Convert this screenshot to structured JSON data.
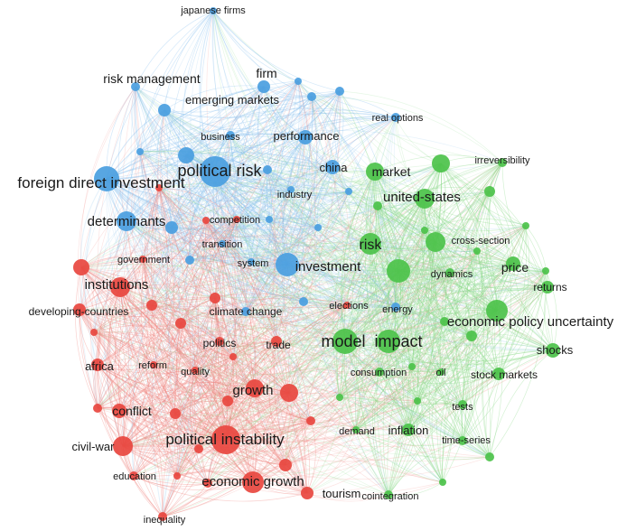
{
  "clusters": {
    "red": {
      "color": "#e8473f",
      "edge_color": "#f08a84"
    },
    "blue": {
      "color": "#4a9ee0",
      "edge_color": "#8dc2ee"
    },
    "green": {
      "color": "#4cc24a",
      "edge_color": "#8fd98c"
    }
  },
  "nodes": [
    {
      "id": "japanese-firms",
      "label": "japanese firms",
      "cluster": "blue",
      "weight": 1
    },
    {
      "id": "risk-management",
      "label": "risk management",
      "cluster": "blue",
      "weight": 1
    },
    {
      "id": "firm",
      "label": "firm",
      "cluster": "blue",
      "weight": 2
    },
    {
      "id": "emerging-markets",
      "label": "emerging markets",
      "cluster": "blue",
      "weight": 2
    },
    {
      "id": "real-options",
      "label": "real options",
      "cluster": "blue",
      "weight": 1
    },
    {
      "id": "business",
      "label": "business",
      "cluster": "blue",
      "weight": 1
    },
    {
      "id": "performance",
      "label": "performance",
      "cluster": "blue",
      "weight": 2
    },
    {
      "id": "political-risk",
      "label": "political risk",
      "cluster": "blue",
      "weight": 5
    },
    {
      "id": "china",
      "label": "china",
      "cluster": "blue",
      "weight": 2
    },
    {
      "id": "foreign-direct-investment",
      "label": "foreign direct investment",
      "cluster": "blue",
      "weight": 5
    },
    {
      "id": "industry",
      "label": "industry",
      "cluster": "blue",
      "weight": 1
    },
    {
      "id": "determinants",
      "label": "determinants",
      "cluster": "blue",
      "weight": 3
    },
    {
      "id": "transition",
      "label": "transition",
      "cluster": "blue",
      "weight": 1
    },
    {
      "id": "system",
      "label": "system",
      "cluster": "blue",
      "weight": 1
    },
    {
      "id": "investment",
      "label": "investment",
      "cluster": "blue",
      "weight": 4
    },
    {
      "id": "climate-change",
      "label": "climate change",
      "cluster": "blue",
      "weight": 2
    },
    {
      "id": "energy",
      "label": "energy",
      "cluster": "blue",
      "weight": 1
    },
    {
      "id": "competition",
      "label": "competition",
      "cluster": "red",
      "weight": 1
    },
    {
      "id": "government",
      "label": "government",
      "cluster": "red",
      "weight": 1
    },
    {
      "id": "institutions",
      "label": "institutions",
      "cluster": "red",
      "weight": 3
    },
    {
      "id": "developing-countries",
      "label": "developing-countries",
      "cluster": "red",
      "weight": 2
    },
    {
      "id": "elections",
      "label": "elections",
      "cluster": "red",
      "weight": 1
    },
    {
      "id": "politics",
      "label": "politics",
      "cluster": "red",
      "weight": 1
    },
    {
      "id": "trade",
      "label": "trade",
      "cluster": "red",
      "weight": 2
    },
    {
      "id": "africa",
      "label": "africa",
      "cluster": "red",
      "weight": 2
    },
    {
      "id": "reform",
      "label": "reform",
      "cluster": "red",
      "weight": 1
    },
    {
      "id": "quality",
      "label": "quality",
      "cluster": "red",
      "weight": 1
    },
    {
      "id": "growth",
      "label": "growth",
      "cluster": "red",
      "weight": 3
    },
    {
      "id": "conflict",
      "label": "conflict",
      "cluster": "red",
      "weight": 2
    },
    {
      "id": "political-instability",
      "label": "political instability",
      "cluster": "red",
      "weight": 5
    },
    {
      "id": "civil-war",
      "label": "civil-war",
      "cluster": "red",
      "weight": 3
    },
    {
      "id": "education",
      "label": "education",
      "cluster": "red",
      "weight": 1
    },
    {
      "id": "economic-growth",
      "label": "economic growth",
      "cluster": "red",
      "weight": 4
    },
    {
      "id": "tourism",
      "label": "tourism",
      "cluster": "red",
      "weight": 2
    },
    {
      "id": "inequality",
      "label": "inequality",
      "cluster": "red",
      "weight": 1
    },
    {
      "id": "irreversibility",
      "label": "irreversibility",
      "cluster": "green",
      "weight": 1
    },
    {
      "id": "market",
      "label": "market",
      "cluster": "green",
      "weight": 3
    },
    {
      "id": "united-states",
      "label": "united-states",
      "cluster": "green",
      "weight": 3
    },
    {
      "id": "risk",
      "label": "risk",
      "cluster": "green",
      "weight": 4
    },
    {
      "id": "cross-section",
      "label": "cross-section",
      "cluster": "green",
      "weight": 2
    },
    {
      "id": "price",
      "label": "price",
      "cluster": "green",
      "weight": 2
    },
    {
      "id": "dynamics",
      "label": "dynamics",
      "cluster": "green",
      "weight": 1
    },
    {
      "id": "returns",
      "label": "returns",
      "cluster": "green",
      "weight": 2
    },
    {
      "id": "economic-policy-uncertainty",
      "label": "economic policy uncertainty",
      "cluster": "green",
      "weight": 4
    },
    {
      "id": "model",
      "label": "model",
      "cluster": "green",
      "weight": 5
    },
    {
      "id": "impact",
      "label": "impact",
      "cluster": "green",
      "weight": 4
    },
    {
      "id": "shocks",
      "label": "shocks",
      "cluster": "green",
      "weight": 2
    },
    {
      "id": "consumption",
      "label": "consumption",
      "cluster": "green",
      "weight": 1
    },
    {
      "id": "oil",
      "label": "oil",
      "cluster": "green",
      "weight": 1
    },
    {
      "id": "stock-markets",
      "label": "stock markets",
      "cluster": "green",
      "weight": 2
    },
    {
      "id": "tests",
      "label": "tests",
      "cluster": "green",
      "weight": 1
    },
    {
      "id": "demand",
      "label": "demand",
      "cluster": "green",
      "weight": 1
    },
    {
      "id": "inflation",
      "label": "inflation",
      "cluster": "green",
      "weight": 2
    },
    {
      "id": "time-series",
      "label": "time-series",
      "cluster": "green",
      "weight": 1
    },
    {
      "id": "cointegration",
      "label": "cointegration",
      "cluster": "green",
      "weight": 1
    }
  ]
}
